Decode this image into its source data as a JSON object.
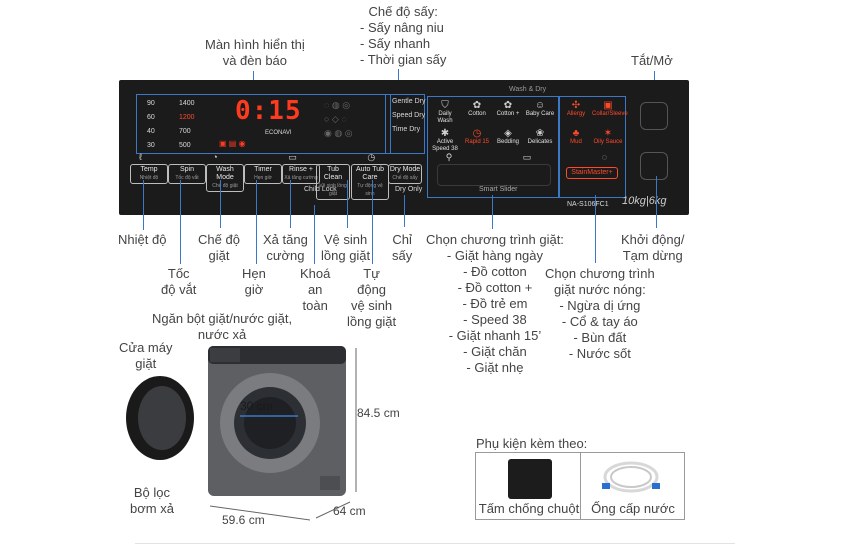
{
  "labels": {
    "display": [
      "Màn hình hiển thị",
      "và đèn báo"
    ],
    "dry_mode": [
      "Chế độ sấy:",
      "- Sấy nâng niu",
      "- Sấy nhanh",
      "- Thời gian sấy"
    ],
    "power": "Tắt/Mở",
    "temp": "Nhiệt độ",
    "spin": [
      "Tốc",
      "độ vắt"
    ],
    "wash_mode": [
      "Chế độ",
      "giặt"
    ],
    "timer": [
      "Hẹn",
      "giờ"
    ],
    "rinse": [
      "Xả tăng",
      "cường"
    ],
    "child_lock": [
      "Khoá",
      "an",
      "toàn"
    ],
    "tub_clean": [
      "Vệ sinh",
      "lồng giặt"
    ],
    "auto_tub": [
      "Tự",
      "động",
      "vệ sinh",
      "lồng giặt"
    ],
    "dry_only": [
      "Chỉ",
      "sấy"
    ],
    "wash_programs": [
      "Chọn chương trình giặt:",
      "- Giặt hàng ngày",
      "- Đồ cotton",
      "- Đồ cotton +",
      "- Đồ trẻ em",
      "- Speed 38",
      "- Giặt nhanh 15’",
      "- Giặt chăn",
      "- Giặt nhẹ"
    ],
    "hot_water_programs": [
      "Chọn chương trình",
      "giặt nước nóng:",
      "- Ngừa dị ứng",
      "- Cổ & tay áo",
      "- Bùn đất",
      "- Nước sốt"
    ],
    "start_pause": [
      "Khởi động/",
      "Tạm dừng"
    ],
    "detergent": [
      "Ngăn bột giặt/nước giặt,",
      "nước xả"
    ],
    "door": [
      "Cửa máy",
      "giặt"
    ],
    "filter": [
      "Bộ lọc",
      "bơm xả"
    ],
    "dim_height": "84.5 cm",
    "dim_width": "59.6 cm",
    "dim_depth": "64 cm",
    "dim_door": "30 cm",
    "accessories_title": "Phụ kiện kèm theo:",
    "acc_mat": "Tấm chống chuột",
    "acc_hose": "Ống cấp nước"
  },
  "panel": {
    "display_time": "0:15",
    "econavi": "ECONAVI",
    "temps": [
      "90",
      "60",
      "40",
      "30"
    ],
    "spins": [
      "1400",
      "1200",
      "700",
      "500"
    ],
    "buttons": {
      "temp": "Temp",
      "temp_sub": "Nhiệt độ",
      "spin": "Spin",
      "spin_sub": "Tốc độ vắt",
      "wash_mode": "Wash Mode",
      "wash_mode_sub": "Chế độ giặt",
      "timer": "Timer",
      "timer_sub": "Hẹn giờ",
      "rinse": "Rinse +",
      "rinse_sub": "Xả tăng cường",
      "tub_clean": "Tub Clean",
      "tub_clean_sub": "Vệ sinh lồng giặt",
      "auto_tub": "Auto Tub Care",
      "auto_tub_sub": "Tự động vệ sinh",
      "dry_mode": "Dry Mode",
      "dry_mode_sub": "Chế độ sấy"
    },
    "child_lock": "Child Lock",
    "dry_only": "Dry Only",
    "dry_options": [
      "Gentle Dry",
      "Speed Dry",
      "Time Dry"
    ],
    "wash_dry": "Wash & Dry",
    "programs": [
      "Daily Wash",
      "Cotton",
      "Cotton +",
      "Baby Care",
      "Active Speed 38",
      "Rapid 15",
      "Bedding",
      "Delicates"
    ],
    "hot_programs": [
      "Allergy",
      "Collar/Sleeve",
      "Mud",
      "Oily Sauce"
    ],
    "stain_master": "StainMaster+",
    "smart_slider": "Smart Slider",
    "model": "NA-S106FC1",
    "capacity": "10kg|6kg",
    "colors": {
      "panel": "#1b1b1c",
      "accent": "#3c78c8",
      "display": "#ff3b1f",
      "hot": "#ff4a2a"
    }
  }
}
